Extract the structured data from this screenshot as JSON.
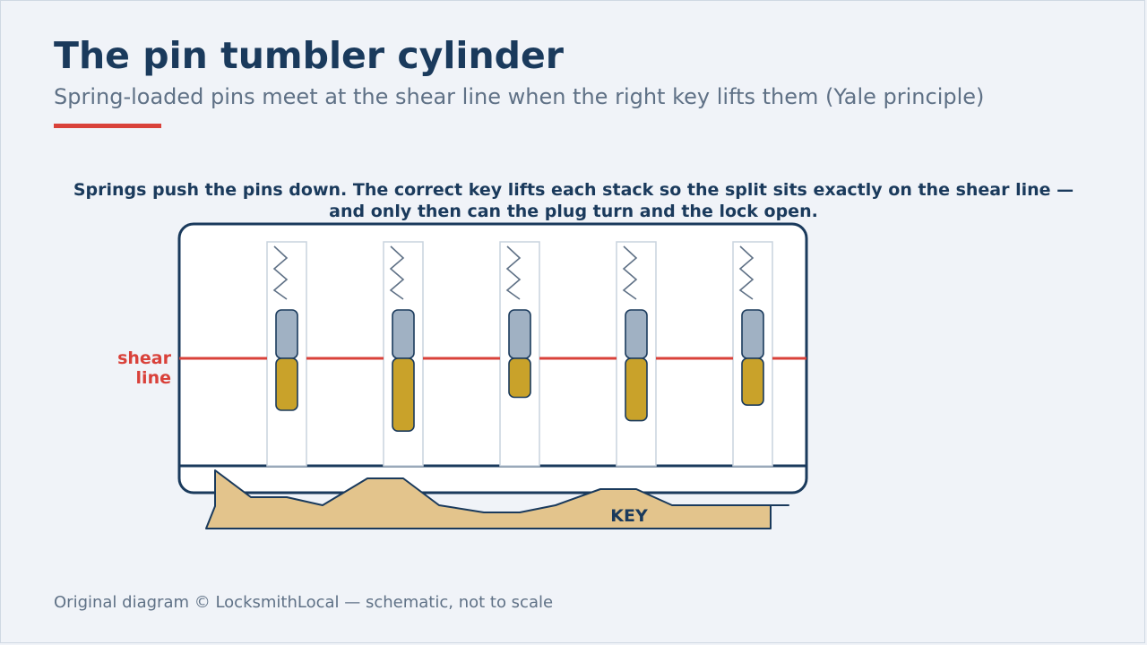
{
  "slide": {
    "title": "The pin tumbler cylinder",
    "subtitle": "Spring-loaded pins meet at the shear line when the right key lifts them (Yale principle)",
    "caption": "Springs push the pins down. The correct key lifts each stack so the split sits exactly on the shear line — and only then can the plug turn and the lock open.",
    "footer": "Original diagram © LocksmithLocal — schematic, not to scale"
  },
  "diagram": {
    "shear_label_line1": "shear",
    "shear_label_line2": "line",
    "key_label": "KEY",
    "pin_stacks": [
      {
        "driver_pin": "upper",
        "key_pin_length": 1.0
      },
      {
        "driver_pin": "upper",
        "key_pin_length": 1.4
      },
      {
        "driver_pin": "upper",
        "key_pin_length": 0.75
      },
      {
        "driver_pin": "upper",
        "key_pin_length": 1.2
      },
      {
        "driver_pin": "upper",
        "key_pin_length": 0.9
      }
    ]
  },
  "colors": {
    "accent": "#d9413a",
    "navy": "#1a3a5c",
    "driver_pin": "#a0b1c3",
    "key_pin": "#c9a22a",
    "key_blade": "#e3c48c",
    "spring": "#5f7186"
  }
}
